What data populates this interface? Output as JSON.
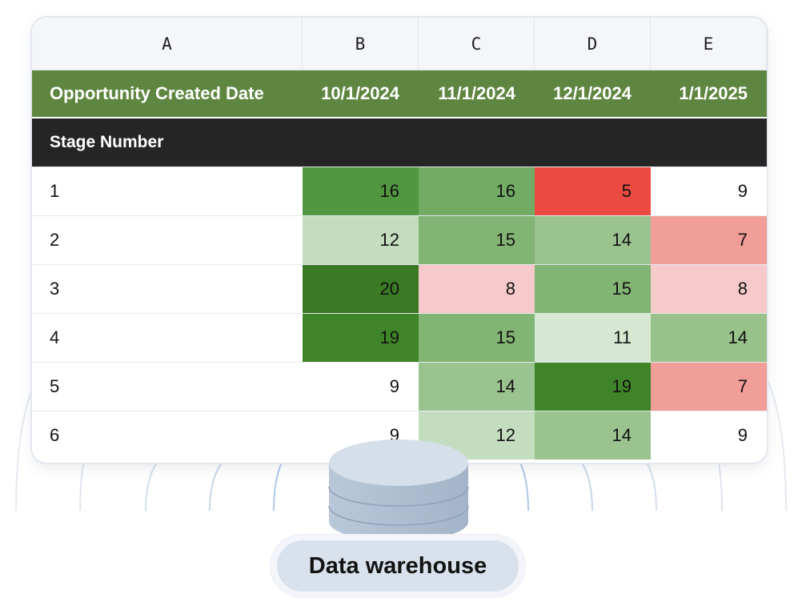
{
  "sheet": {
    "column_letters": [
      "A",
      "B",
      "C",
      "D",
      "E"
    ],
    "header_row": [
      "Opportunity Created Date",
      "10/1/2024",
      "11/1/2024",
      "12/1/2024",
      "1/1/2025"
    ],
    "stage_label": "Stage Number",
    "rows": [
      {
        "label": "1",
        "values": [
          "16",
          "16",
          "5",
          "9"
        ]
      },
      {
        "label": "2",
        "values": [
          "12",
          "15",
          "14",
          "7"
        ]
      },
      {
        "label": "3",
        "values": [
          "20",
          "8",
          "15",
          "8"
        ]
      },
      {
        "label": "4",
        "values": [
          "19",
          "15",
          "11",
          "14"
        ]
      },
      {
        "label": "5",
        "values": [
          "9",
          "14",
          "19",
          "7"
        ]
      },
      {
        "label": "6",
        "values": [
          "9",
          "12",
          "14",
          "9"
        ]
      }
    ],
    "cell_colors": [
      [
        "#519641",
        "#72ab63",
        "#ea4a41",
        "#ffffff"
      ],
      [
        "#c3ddbe",
        "#82b474",
        "#9ac38f",
        "#f19d98"
      ],
      [
        "#3a7a24",
        "#f6cacb",
        "#82b474",
        "#f6cacb"
      ],
      [
        "#3f8428",
        "#82b474",
        "#d6e8d2",
        "#98c18b"
      ],
      [
        "#ffffff",
        "#9ac38f",
        "#3f8428",
        "#f19d98"
      ],
      [
        "#ffffff",
        "#c3ddbe",
        "#9ac38f",
        "#ffffff"
      ]
    ],
    "colors": {
      "header_bg": "#5f8640",
      "stage_bg": "#252525",
      "accent_arc": "#a9c2e6"
    }
  },
  "database": {
    "icon": "database-icon",
    "label": "Data warehouse"
  }
}
